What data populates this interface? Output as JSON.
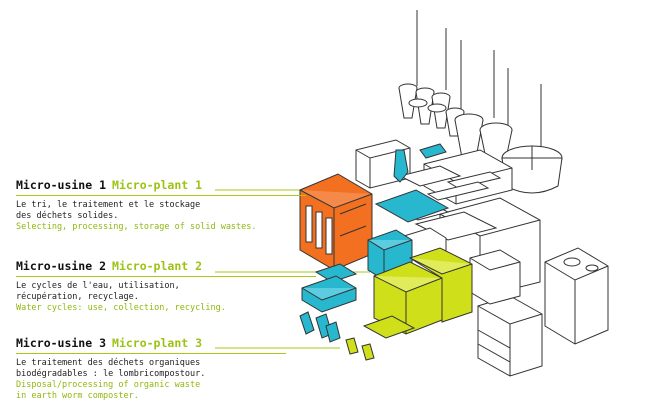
{
  "colors": {
    "orange": "#f27020",
    "cyan": "#27b7cf",
    "lime": "#cfe01a",
    "green_text": "#9cc213",
    "outline": "#333333"
  },
  "plants": [
    {
      "fr_title": "Micro-usine 1",
      "en_title": "Micro-plant 1",
      "fr_lines": [
        "Le tri, le traitement et le stockage",
        "des déchets solides."
      ],
      "en_lines": [
        "Selecting, processing, storage of solid wastes."
      ]
    },
    {
      "fr_title": "Micro-usine 2",
      "en_title": "Micro-plant 2",
      "fr_lines": [
        "Le cycles de l'eau, utilisation,",
        "récupération, recyclage."
      ],
      "en_lines": [
        "Water cycles: use, collection, recycling."
      ]
    },
    {
      "fr_title": "Micro-usine 3",
      "en_title": "Micro-plant 3",
      "fr_lines": [
        "Le traitement des déchets organiques",
        "biodégradables : le lombricompostour."
      ],
      "en_lines": [
        "Disposal/processing of organic waste",
        "in earth worm composter."
      ]
    }
  ]
}
